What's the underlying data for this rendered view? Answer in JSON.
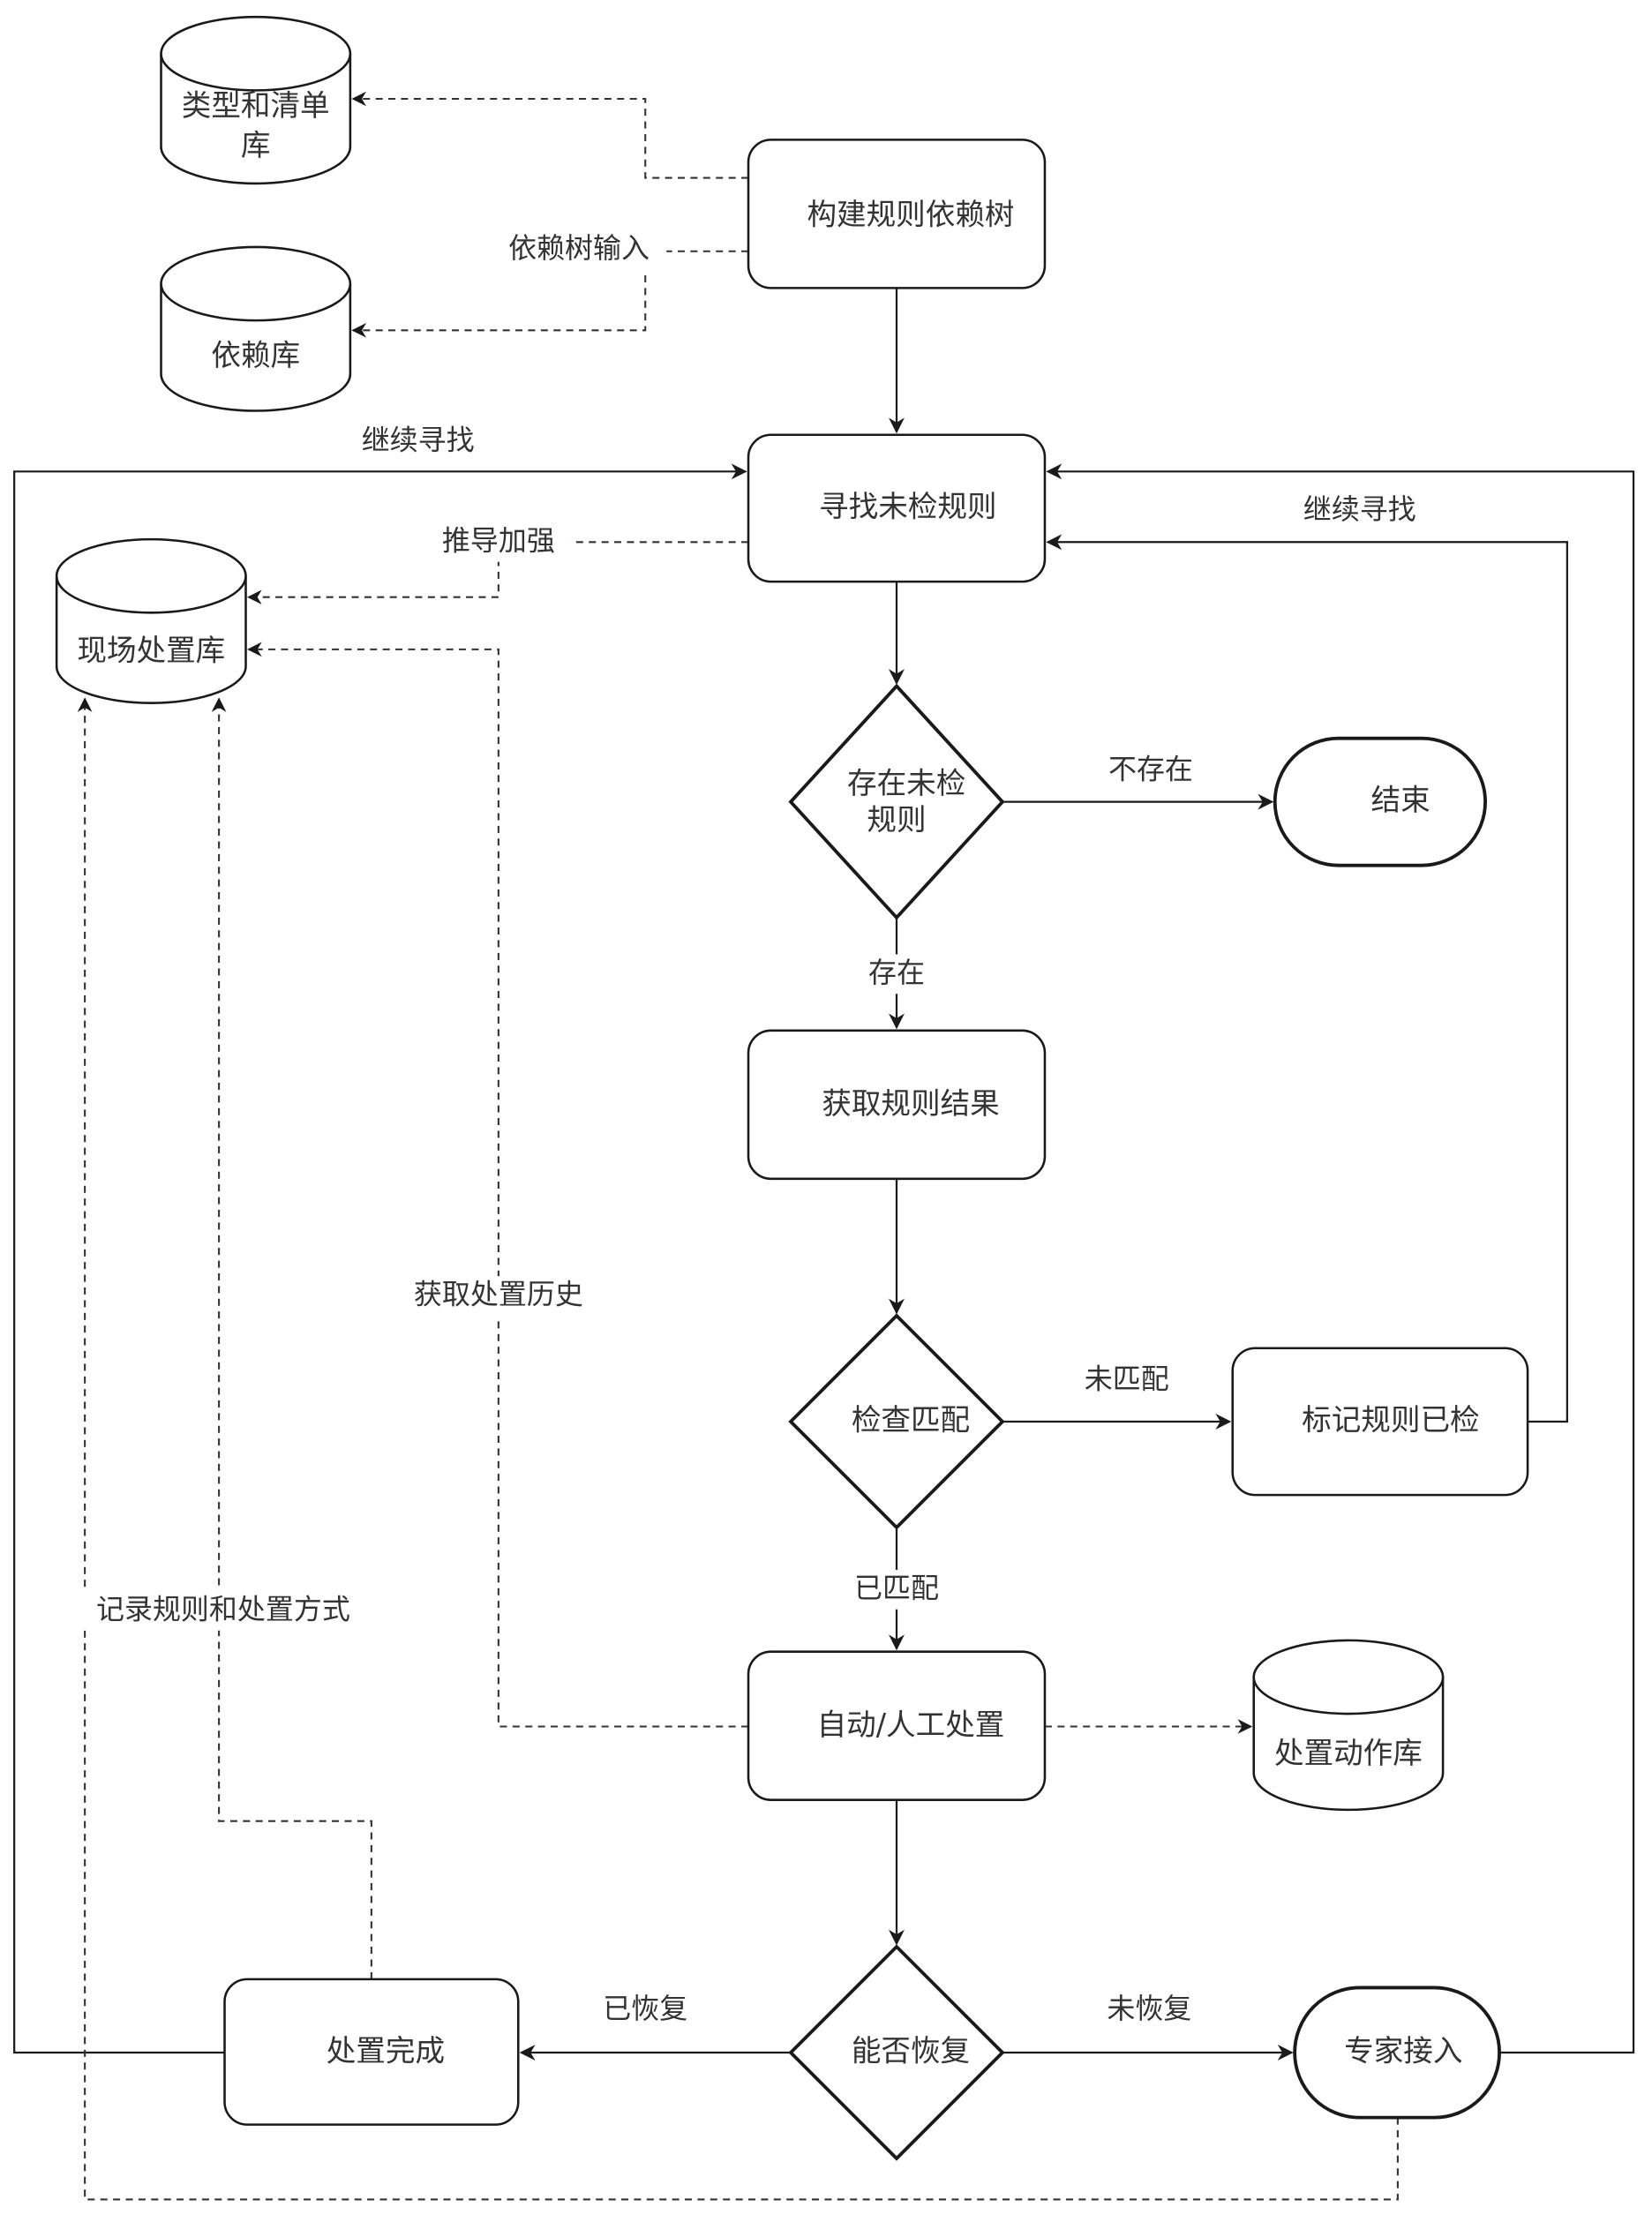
{
  "diagram": {
    "type": "flowchart",
    "nodes": {
      "type_list_db": {
        "label_line1": "类型和清单",
        "label_line2": "库",
        "shape": "cylinder"
      },
      "dependency_db": {
        "label": "依赖库",
        "shape": "cylinder"
      },
      "build_tree": {
        "label": "构建规则依赖树",
        "shape": "rounded-rect"
      },
      "find_unchecked": {
        "label": "寻找未检规则",
        "shape": "rounded-rect"
      },
      "field_db": {
        "label": "现场处置库",
        "shape": "cylinder"
      },
      "exists_unchecked": {
        "label_line1": "存在未检",
        "label_line2": "规则",
        "shape": "diamond"
      },
      "end": {
        "label": "结束",
        "shape": "terminator"
      },
      "get_result": {
        "label": "获取规则结果",
        "shape": "rounded-rect"
      },
      "check_match": {
        "label": "检查匹配",
        "shape": "diamond"
      },
      "mark_checked": {
        "label": "标记规则已检",
        "shape": "rounded-rect"
      },
      "dispose": {
        "label": "自动/人工处置",
        "shape": "rounded-rect"
      },
      "action_db": {
        "label": "处置动作库",
        "shape": "cylinder"
      },
      "can_recover": {
        "label": "能否恢复",
        "shape": "diamond"
      },
      "done": {
        "label": "处置完成",
        "shape": "rounded-rect"
      },
      "expert": {
        "label": "专家接入",
        "shape": "terminator"
      }
    },
    "edge_labels": {
      "tree_input": "依赖树输入",
      "continue_left": "继续寻找",
      "continue_right": "继续寻找",
      "derive_enhance": "推导加强",
      "not_exists": "不存在",
      "exists": "存在",
      "unmatched": "未匹配",
      "matched": "已匹配",
      "get_history": "获取处置历史",
      "record": "记录规则和处置方式",
      "recovered": "已恢复",
      "not_recovered": "未恢复"
    }
  }
}
